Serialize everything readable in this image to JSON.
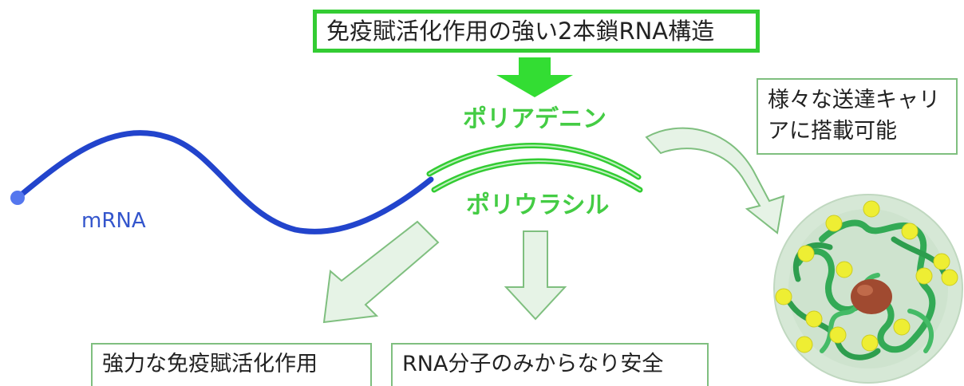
{
  "title": "免疫賦活化作用の強い2本鎖RNA構造",
  "labels": {
    "poly_a": "ポリアデニン",
    "poly_u": "ポリウラシル",
    "mrna": "mRNA"
  },
  "carrier_note": "様々な送達キャリアに搭載可能",
  "outcomes": {
    "immune_effect": "強力な免疫賦活化作用",
    "safety": "RNA分子のみからなり安全"
  },
  "colors": {
    "mrna_strand": "#2244cc",
    "double_strand": "#33cc33",
    "box_border_strong": "#33cc33",
    "box_border_light": "#7fbf7f",
    "arrow_fill_light": "#e6f3e6",
    "arrow_fill_strong": "#33dd33",
    "nanoparticle_shell": "#d6e8d6",
    "nanoparticle_beads": "#eeee33",
    "nanoparticle_core": "#a04a30"
  }
}
